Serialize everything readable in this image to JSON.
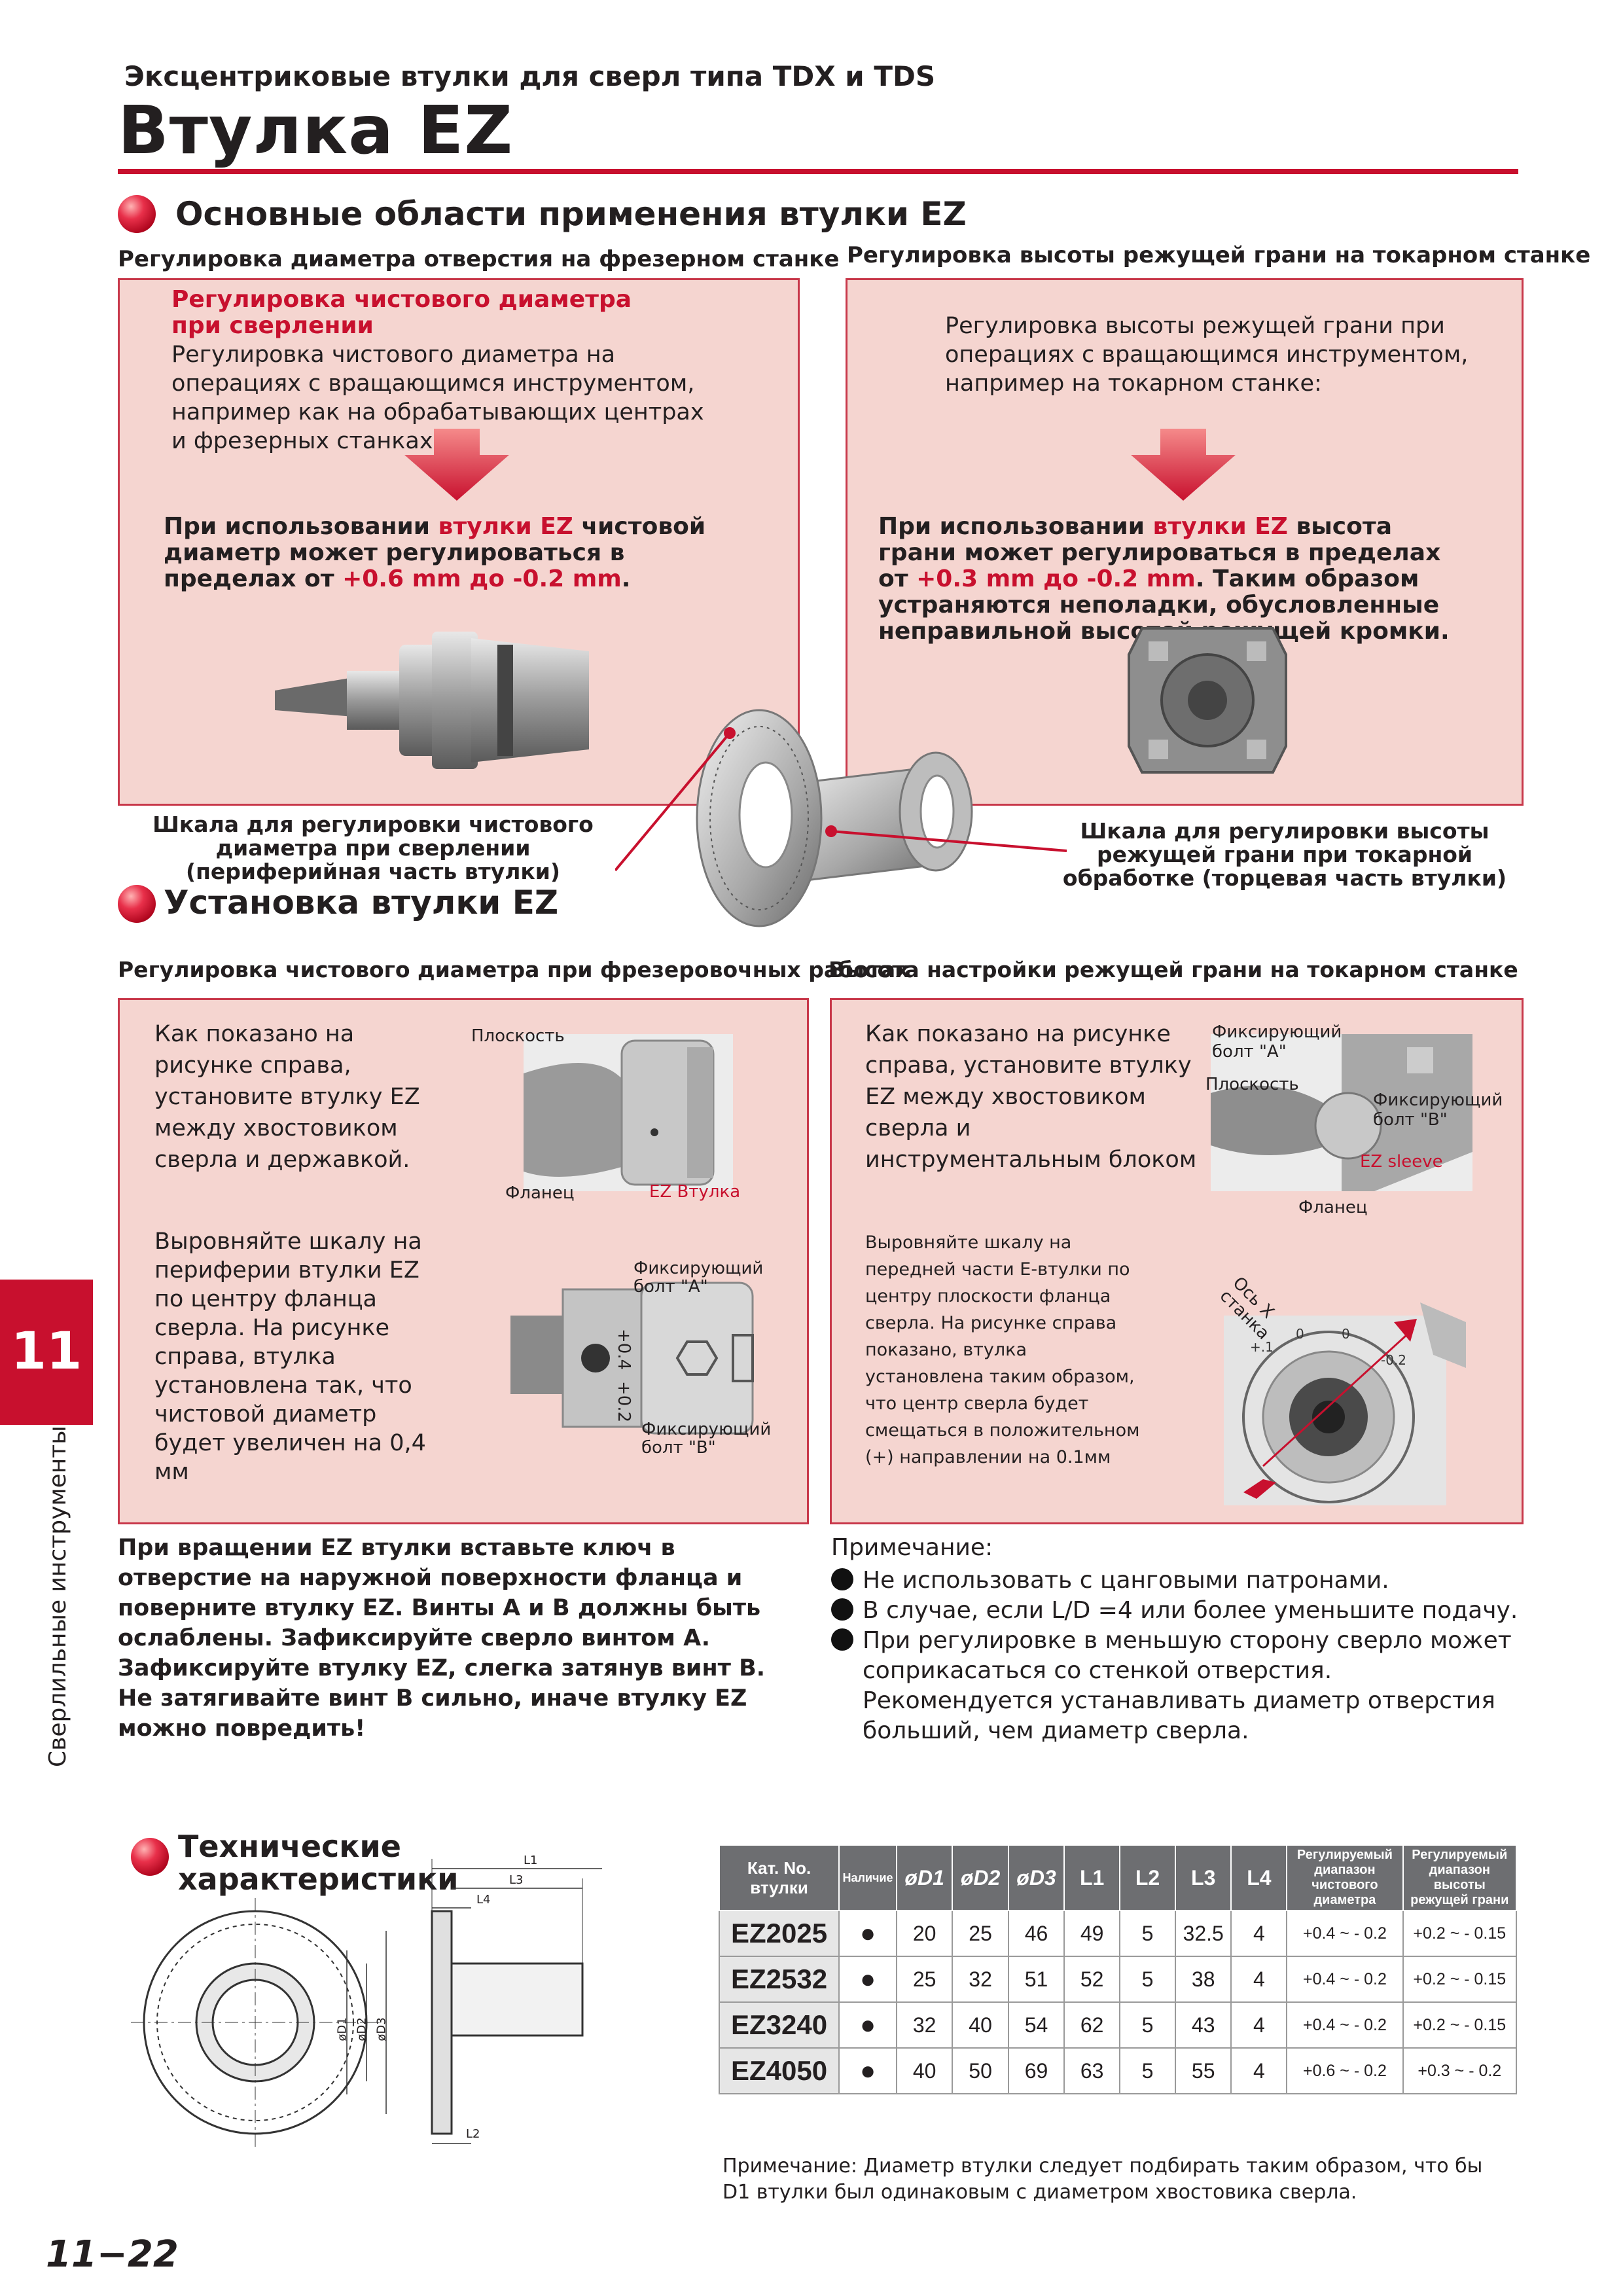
{
  "header": {
    "subtitle": "Эксцентриковые втулки  для сверл типа TDX и TDS",
    "title": "Втулка EZ"
  },
  "section1": {
    "title": "Основные области применения втулки EZ",
    "left": {
      "heading": "Регулировка диаметра отверстия на фрезерном станке",
      "red_title": "Регулировка чистового диаметра при сверлении",
      "text": "Регулировка чистового диаметра на операциях с вращающимся инструментом, например как на обрабатывающих центрах и фрезерных станках:",
      "result_p1": "При использовании ",
      "result_red1": "втулки EZ",
      "result_p2": " чистовой диаметр может регулироваться в пределах от ",
      "result_red2": "+0.6 mm до -0.2 mm",
      "result_p3": "."
    },
    "right": {
      "heading": "Регулировка высоты режущей грани на токарном станке",
      "text": "Регулировка высоты режущей грани при операциях с вращающимся инструментом, например на токарном станке:",
      "result_p1": "При использовании ",
      "result_red1": "втулки EZ",
      "result_p2": " высота грани может регулироваться в пределах от  ",
      "result_red2": "+0.3 mm до -0.2 mm",
      "result_p3": ". Таким образом устраняются неполадки, обусловленные неправильной высотой режущей кромки."
    },
    "scale_left_caption": "Шкала для регулировки чистового диаметра при сверлении (периферийная часть втулки)",
    "scale_right_caption": "Шкала для регулировки высоты режущей грани при токарной обработке (торцевая часть втулки)"
  },
  "section2": {
    "title": "Установка втулки EZ",
    "left": {
      "heading": "Регулировка чистового диаметра при фрезеровочных работах",
      "text1": "Как показано на рисунке справа, установите втулку EZ между хвостовиком сверла и державкой.",
      "text2": "Выровняйте шкалу на периферии втулки EZ по центру фланца сверла. На рисунке справа, втулка установлена так, что чистовой диаметр будет увеличен на 0,4 мм",
      "label_flat": "Плоскость",
      "label_flange": "Фланец",
      "label_sleeve": "EZ Втулка",
      "label_bolt_a": "Фиксирующий болт \"A\"",
      "label_bolt_b": "Фиксирующий болт \"B\"",
      "scale_1": "+0.4",
      "scale_2": "+0.2"
    },
    "right": {
      "heading": "Высота настройки режущей грани на токарном станке",
      "text1": "Как показано на рисунке справа, установите втулку EZ между хвостовиком сверла и инструментальным блоком",
      "text2": "Выровняйте шкалу на передней части E-втулки по центру плоскости фланца сверла. На рисунке справа показано, втулка установлена таким образом, что центр сверла будет смещаться в положительном (+) направлении на 0.1мм",
      "label_bolt_a": "Фиксирующий болт \"A\"",
      "label_flat": "Плоскость",
      "label_bolt_b": "Фиксирующий болт \"B\"",
      "label_sleeve": "EZ sleeve",
      "label_flange": "Фланец",
      "label_axis": "Ось X станка"
    },
    "instructions": "При вращении EZ втулки вставьте ключ в отверстие на наружной поверхности фланца и поверните втулку EZ. Винты A и B должны быть ослаблены. Зафиксируйте сверло винтом A. Зафиксируйте втулку EZ, слегка затянув винт B. Не затягивайте винт B сильно, иначе втулку EZ можно повредить!",
    "notes_title": "Примечание:",
    "notes": [
      "Не использовать с цанговыми патронами.",
      "В случае, если L/D =4 или более уменьшите подачу.",
      "При регулировке в меньшую сторону сверло может соприкасаться со стенкой отверстия. Рекомендуется устанавливать диаметр отверстия больший, чем диаметр сверла."
    ]
  },
  "section3": {
    "title_line1": "Технические",
    "title_line2": "характеристики",
    "drawing_labels": {
      "l1": "L1",
      "l3": "L3",
      "l4": "L4",
      "l2": "L2",
      "d1": "øD1",
      "d2": "øD2",
      "d3": "øD3"
    },
    "table": {
      "headers": [
        "Кат. No. втулки",
        "Наличие",
        "øD1",
        "øD2",
        "øD3",
        "L1",
        "L2",
        "L3",
        "L4",
        "Регулируемый диапазон чистового диаметра",
        "Регулируемый диапазон высоты режущей грани"
      ],
      "rows": [
        [
          "EZ2025",
          "●",
          "20",
          "25",
          "46",
          "49",
          "5",
          "32.5",
          "4",
          "+0.4 ~ - 0.2",
          "+0.2 ~ - 0.15"
        ],
        [
          "EZ2532",
          "●",
          "25",
          "32",
          "51",
          "52",
          "5",
          "38",
          "4",
          "+0.4 ~ - 0.2",
          "+0.2 ~ - 0.15"
        ],
        [
          "EZ3240",
          "●",
          "32",
          "40",
          "54",
          "62",
          "5",
          "43",
          "4",
          "+0.4 ~ - 0.2",
          "+0.2 ~ - 0.15"
        ],
        [
          "EZ4050",
          "●",
          "40",
          "50",
          "69",
          "63",
          "5",
          "55",
          "4",
          "+0.6 ~ - 0.2",
          "+0.3 ~ - 0.2"
        ]
      ]
    },
    "note_label": "Примечание:",
    "note_text": "Диаметр втулки следует подбирать таким образом, что бы D1 втулки был одинаковым с диаметром хвостовика сверла."
  },
  "side_tab": {
    "number": "11",
    "label": "Сверлильные инструменты"
  },
  "footer": {
    "page": "11−22"
  },
  "colors": {
    "accent": "#c8102e",
    "box_fill": "#f5d5d0",
    "box_border": "#c8384a",
    "table_header": "#6d6e71"
  }
}
